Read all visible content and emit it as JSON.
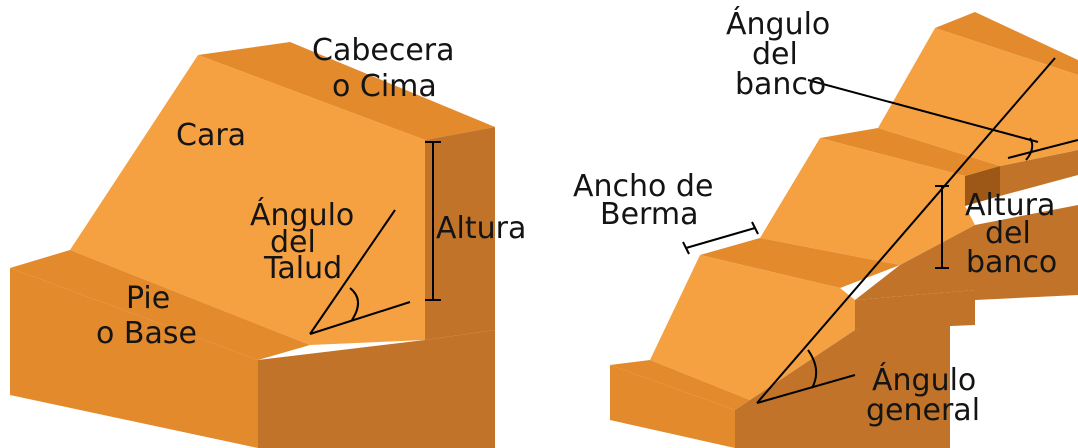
{
  "colors": {
    "face": "#F5A141",
    "top": "#E28A2C",
    "side": "#C07329",
    "dark": "#9D5717",
    "line": "#000000",
    "text": "#141414"
  },
  "left_diagram": {
    "labels": {
      "cabecera_1": "Cabecera",
      "cabecera_2": "o Cima",
      "cara": "Cara",
      "angulo_talud_1": "Ángulo",
      "angulo_talud_2": "del",
      "angulo_talud_3": "Talud",
      "altura": "Altura",
      "pie_1": "Pie",
      "pie_2": "o Base"
    }
  },
  "right_diagram": {
    "labels": {
      "angulo_banco_1": "Ángulo",
      "angulo_banco_2": "del",
      "angulo_banco_3": "banco",
      "ancho_berma_1": "Ancho de",
      "ancho_berma_2": "Berma",
      "altura_banco_1": "Altura",
      "altura_banco_2": "del",
      "altura_banco_3": "banco",
      "angulo_general_1": "Ángulo",
      "angulo_general_2": "general"
    }
  }
}
